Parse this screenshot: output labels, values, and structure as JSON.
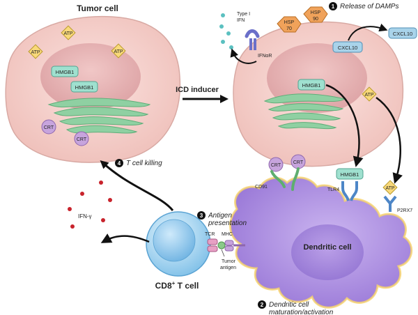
{
  "cells": {
    "tumor_title": "Tumor cell",
    "dendritic_title": "Dendritic cell",
    "tcell_title": "CD8",
    "tcell_sup": "+",
    "tcell_suffix": " T cell"
  },
  "arrow": {
    "icd_label": "ICD inducer"
  },
  "molecules": {
    "atp": "ATP",
    "hmgb1": "HMGB1",
    "crt": "CRT",
    "hsp70_a": "HSP",
    "hsp70_b": "70",
    "hsp90_a": "HSP",
    "hsp90_b": "90",
    "cxcl10": "CXCL10",
    "type1_ifn_a": "Type I",
    "type1_ifn_b": "IFN",
    "ifnar": "IFNαR",
    "cd91": "CD91",
    "tlr4": "TLR4",
    "p2rx7": "P2RX7",
    "tcr": "TCR",
    "mhc": "MHC",
    "tumor_antigen_a": "Tumor",
    "tumor_antigen_b": "antigen",
    "ifn_gamma": "IFN-γ"
  },
  "steps": [
    {
      "num": "1",
      "label": "Release of DAMPs"
    },
    {
      "num": "2",
      "label_a": "Dendritic cell",
      "label_b": "maturation/activation"
    },
    {
      "num": "3",
      "label_a": "Antigen",
      "label_b": "presentation"
    },
    {
      "num": "4",
      "label": "T cell killing"
    }
  ],
  "colors": {
    "cell_pink": "#f7d3cf",
    "nucleus_pink": "#e9b1b1",
    "golgi_green": "#8fd0a2",
    "hmgb1_teal": "#9fe0cf",
    "crt_purple": "#c7a4dd",
    "atp_yellow": "#f9d97a",
    "hsp_orange": "#f0a25a",
    "cxcl10_blue": "#a9d3ea",
    "dc_purple": "#b99be6",
    "tcell_blue": "#9fd1ef",
    "ifn_red": "#c8232c"
  }
}
